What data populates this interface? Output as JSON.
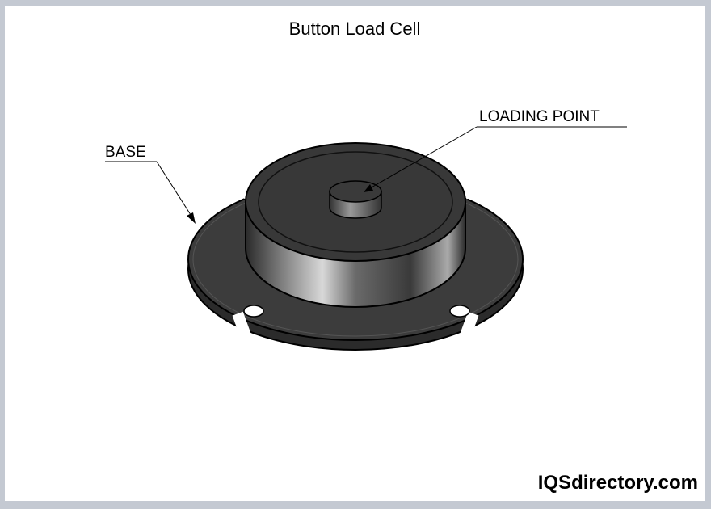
{
  "title": "Button Load Cell",
  "labels": {
    "base": "BASE",
    "loading_point": "LOADING POINT"
  },
  "watermark": "IQSdirectory.com",
  "colors": {
    "frame": "#c4c9d2",
    "body": "#3a3a3a",
    "outline": "#000000"
  }
}
